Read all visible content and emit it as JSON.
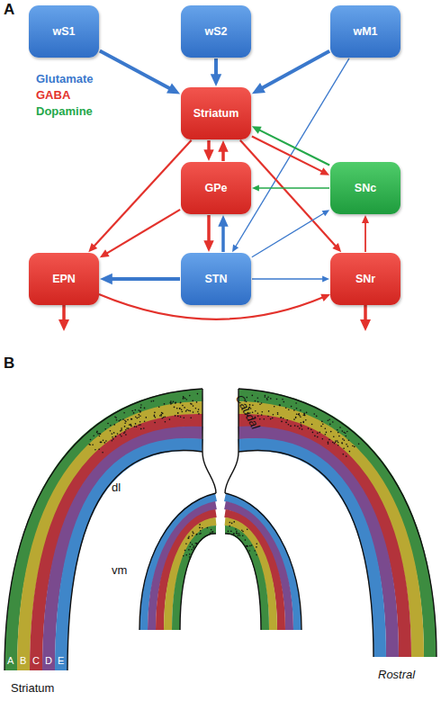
{
  "diagram": {
    "nodes": [
      {
        "text": [
          "wS1"
        ]
      },
      {
        "text": [
          "wS2"
        ]
      },
      {
        "text": [
          "wM1"
        ]
      },
      {
        "text": [
          "Striatum"
        ]
      },
      {
        "text": [
          "GPe"
        ]
      },
      {
        "text": [
          "SNc"
        ]
      },
      {
        "text": [
          "EPN"
        ]
      },
      {
        "text": [
          "STN"
        ]
      },
      {
        "text": [
          "SNr"
        ]
      }
    ],
    "edges": [
      {
        "from": 0,
        "to": 3,
        "arrow": "to"
      },
      {
        "from": 1,
        "to": 3,
        "arrow": "to"
      },
      {
        "from": 2,
        "to": 3,
        "arrow": "to"
      },
      {
        "from": 2,
        "to": 7,
        "arrow": "to"
      },
      {
        "from": 3,
        "to": 4,
        "arrow": "to"
      },
      {
        "from": 4,
        "to": 3,
        "arrow": "to"
      },
      {
        "from": 3,
        "to": 5,
        "arrow": "to"
      },
      {
        "from": 5,
        "to": 3,
        "arrow": "to"
      },
      {
        "from": 3,
        "to": 6,
        "arrow": "to"
      },
      {
        "from": 3,
        "to": 8,
        "arrow": "to"
      },
      {
        "from": 4,
        "to": 6,
        "arrow": "to"
      },
      {
        "from": 4,
        "to": 7,
        "arrow": "to"
      },
      {
        "from": 7,
        "to": 4,
        "arrow": "to"
      },
      {
        "from": 5,
        "to": 4,
        "arrow": "to"
      },
      {
        "from": 7,
        "to": 6,
        "arrow": "to"
      },
      {
        "from": 7,
        "to": 8,
        "arrow": "to"
      },
      {
        "from": 7,
        "to": 5,
        "arrow": "to"
      },
      {
        "from": 8,
        "to": 5,
        "arrow": "to"
      },
      {
        "from": 6,
        "to": 8,
        "arrow": "to"
      }
    ],
    "labels": [
      "A",
      "B",
      "dl",
      "Caudal",
      "vm",
      "A",
      "B",
      "C",
      "D",
      "E",
      "Striatum",
      "Rostral"
    ],
    "legend": [
      {
        "text": "Glutamate",
        "color": "#3a78cc"
      },
      {
        "text": "GABA",
        "color": "#e3322c"
      },
      {
        "text": "Dopamine",
        "color": "#24a84a"
      }
    ]
  }
}
